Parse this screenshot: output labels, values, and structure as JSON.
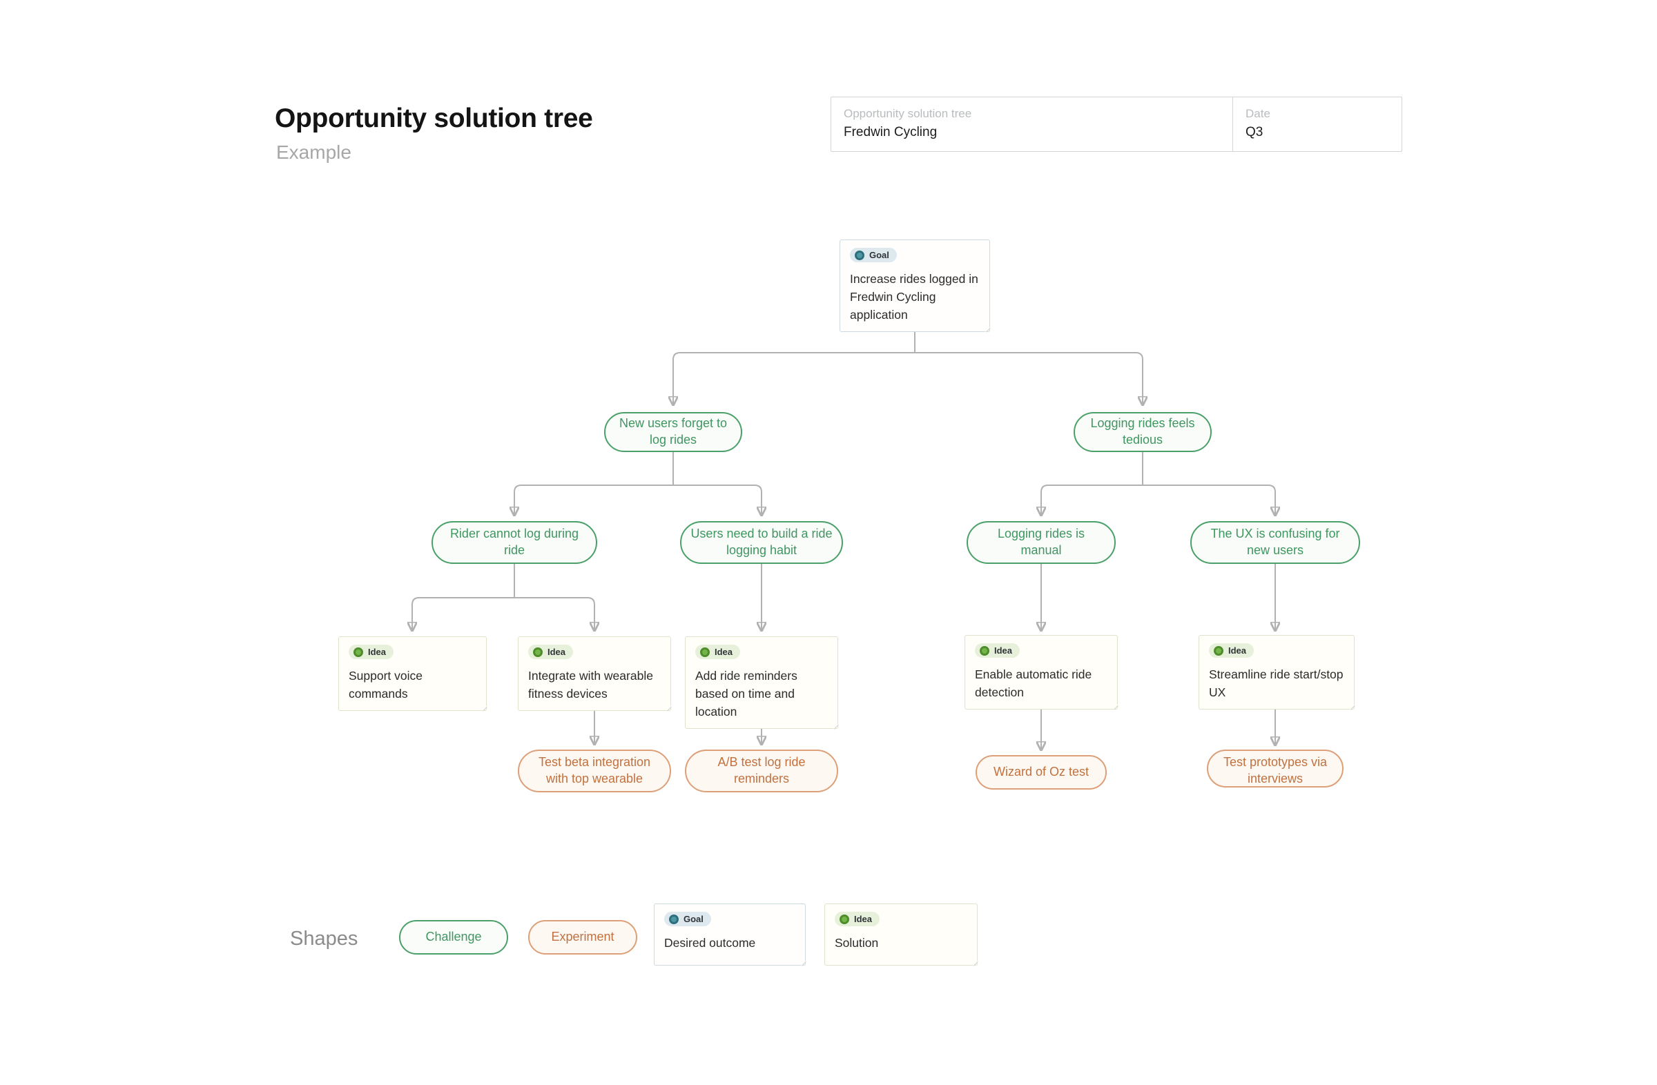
{
  "header": {
    "title": "Opportunity solution tree",
    "subtitle": "Example"
  },
  "meta_form": {
    "name_label": "Opportunity solution tree",
    "name_value": "Fredwin Cycling",
    "date_label": "Date",
    "date_value": "Q3"
  },
  "badges": {
    "goal": "Goal",
    "idea": "Idea"
  },
  "tree": {
    "goal": {
      "text": "Increase rides logged in Fredwin Cycling application"
    },
    "challenges": [
      {
        "label": "New users forget to log rides"
      },
      {
        "label": "Logging rides feels tedious"
      }
    ],
    "opportunities": [
      {
        "label": "Rider cannot log during ride"
      },
      {
        "label": "Users need to build a ride logging habit"
      },
      {
        "label": "Logging rides is manual"
      },
      {
        "label": "The UX is confusing for new users"
      }
    ],
    "ideas": [
      {
        "text": "Support voice commands"
      },
      {
        "text": "Integrate with wearable fitness devices"
      },
      {
        "text": "Add ride reminders based on time and location"
      },
      {
        "text": "Enable automatic ride detection"
      },
      {
        "text": "Streamline ride start/stop UX"
      }
    ],
    "experiments": [
      {
        "label": "Test beta integration with top wearable"
      },
      {
        "label": "A/B test log ride reminders"
      },
      {
        "label": "Wizard of Oz test"
      },
      {
        "label": "Test prototypes via interviews"
      }
    ]
  },
  "legend": {
    "label": "Shapes",
    "challenge_label": "Challenge",
    "experiment_label": "Experiment",
    "goal_text": "Desired outcome",
    "idea_text": "Solution"
  },
  "colors": {
    "challenge_green": "#4aa068",
    "challenge_text": "#3f9660",
    "experiment_border": "#dd9f78",
    "experiment_text": "#c1713f",
    "goal_badge_bg": "#dde9ef",
    "goal_dot": "#4e98a3",
    "idea_badge_bg": "#e7f0da",
    "idea_dot": "#74b54a",
    "connector": "#b1b1b1"
  }
}
